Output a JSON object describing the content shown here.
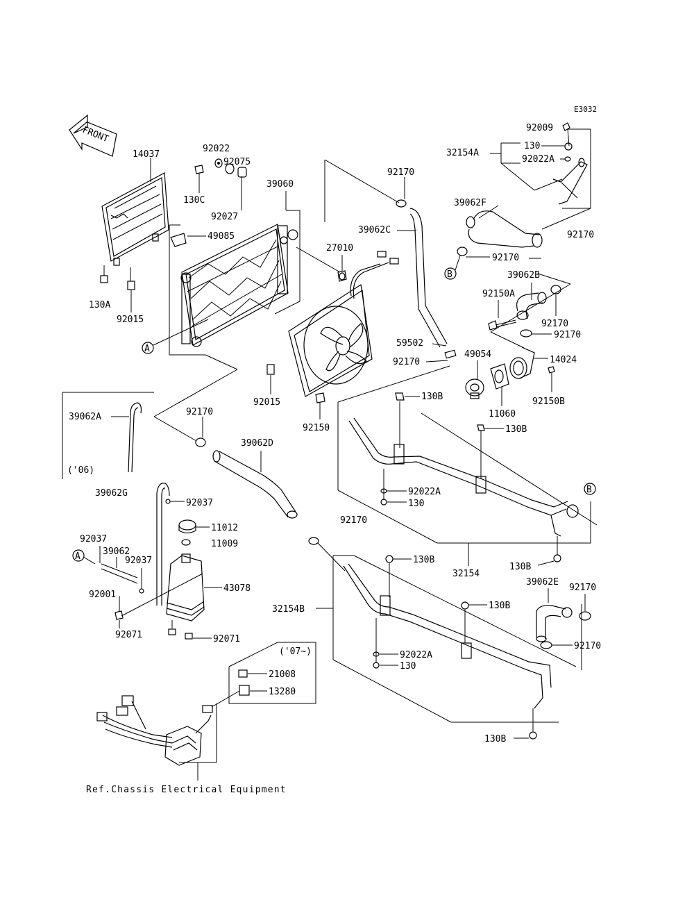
{
  "diagram_code": "E3032",
  "front_label": "FRONT",
  "reference_note": "Ref.Chassis Electrical Equipment",
  "year_notes": {
    "y06": "('06)",
    "y07": "('07~)"
  },
  "markers": {
    "a": "A",
    "b": "B"
  },
  "parts": {
    "p14037": "14037",
    "p92022": "92022",
    "p92075": "92075",
    "p130c": "130C",
    "p92027": "92027",
    "p39060": "39060",
    "p49085": "49085",
    "p27010": "27010",
    "p92170_top": "92170",
    "p39062c": "39062C",
    "p92009": "92009",
    "p32154a": "32154A",
    "p130_top": "130",
    "p92022a_top": "92022A",
    "p39062f": "39062F",
    "p92170_r1": "92170",
    "p92170_f": "92170",
    "p39062b": "39062B",
    "p92150a": "92150A",
    "p92170_b1": "92170",
    "p92170_b2": "92170",
    "p130a": "130A",
    "p92015_left": "92015",
    "p59502": "59502",
    "p92170_59": "92170",
    "p49054": "49054",
    "p14024": "14024",
    "p92150b": "92150B",
    "p11060": "11060",
    "p92015_fan": "92015",
    "p92150": "92150",
    "p130b_1": "130B",
    "p130b_2": "130B",
    "p39062a": "39062A",
    "p92170_hose": "92170",
    "p39062d": "39062D",
    "p92022a_mid": "92022A",
    "p130_mid": "130",
    "p92170_mid": "92170",
    "p39062g": "39062G",
    "p92037_a": "92037",
    "p11012": "11012",
    "p11009": "11009",
    "p92037_b": "92037",
    "p39062": "39062",
    "p92037_c": "92037",
    "p43078": "43078",
    "p92001": "92001",
    "p92071_a": "92071",
    "p92071_b": "92071",
    "p32154": "32154",
    "p130b_3": "130B",
    "p130b_4": "130B",
    "p39062e": "39062E",
    "p92170_e1": "92170",
    "p130b_5": "130B",
    "p32154b": "32154B",
    "p92170_e2": "92170",
    "p92022a_low": "92022A",
    "p130_low": "130",
    "p130b_6": "130B",
    "p21008": "21008",
    "p13280": "13280"
  }
}
